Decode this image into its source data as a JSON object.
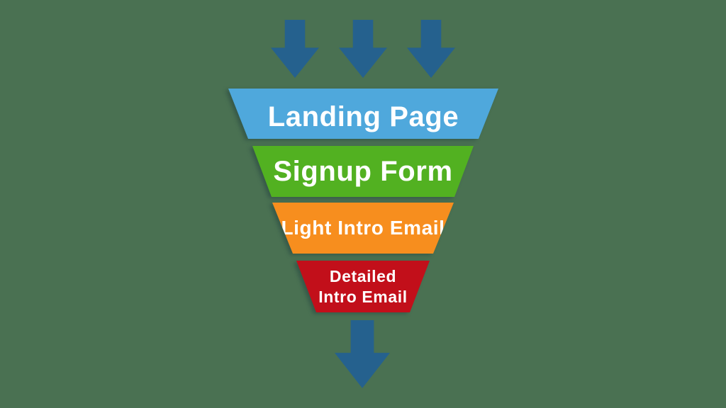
{
  "canvas": {
    "background_color": "#4A7152"
  },
  "inflow_arrows": {
    "count": 3,
    "direction": "down",
    "color": "#25618E"
  },
  "funnel": {
    "stages": [
      {
        "label": "Landing Page",
        "color": "#4FA8DC",
        "text_color": "#FFFFFF"
      },
      {
        "label": "Signup Form",
        "color": "#52B121",
        "text_color": "#FFFFFF"
      },
      {
        "label": "Light Intro Email",
        "color": "#F78E1E",
        "text_color": "#FFFFFF"
      },
      {
        "label": "Detailed Intro Email",
        "lines": [
          "Detailed",
          "Intro Email"
        ],
        "color": "#C20F1A",
        "text_color": "#FFFFFF"
      }
    ]
  },
  "outflow_arrow": {
    "count": 1,
    "direction": "down",
    "color": "#25618E"
  }
}
